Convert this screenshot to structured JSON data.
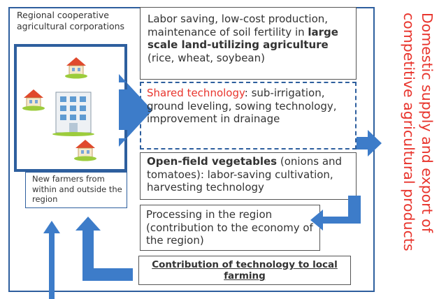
{
  "left_panel": {
    "title": "Regional cooperative agricultural corporations",
    "new_farmers": "New farmers from within and outside the region"
  },
  "box_large_scale": {
    "line1": "Labor saving, low-cost production, maintenance of soil fertility in ",
    "bold": "large scale land-utilizing agriculture",
    "line2": " (rice, wheat, soybean)"
  },
  "box_shared": {
    "highlight": "Shared technology",
    "rest": ": sub-irrigation, ground leveling, sowing technology, improvement in drainage"
  },
  "box_vegetables": {
    "bold": "Open-field vegetables",
    "rest": " (onions and tomatoes): labor-saving cultivation, harvesting technology"
  },
  "box_processing": {
    "text": "Processing in the region (contribution to the economy of the region)"
  },
  "box_contribution": {
    "text": "Contribution of technology to local farming"
  },
  "right_label": {
    "col1": "Domestic supply and export of",
    "col2": "competitive agricultural products"
  },
  "colors": {
    "frame": "#2e5f9e",
    "arrow": "#3d7cc9",
    "accent_red": "#e8352d",
    "roof": "#e0492c",
    "grass": "#9ccc3c"
  },
  "icons": [
    "house-icon",
    "house-icon",
    "house-icon",
    "building-icon"
  ]
}
